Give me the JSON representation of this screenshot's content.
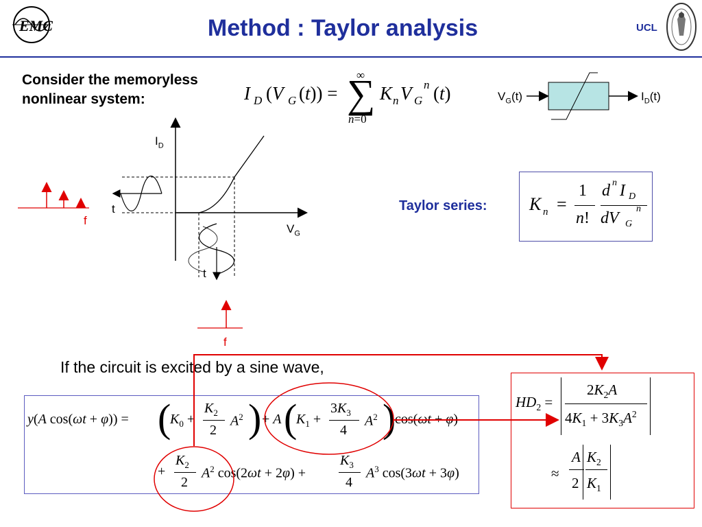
{
  "slide": {
    "title": "Method : Taylor analysis",
    "institution": "UCL"
  },
  "intro": {
    "line1": "Consider the memoryless",
    "line2": "nonlinear system:"
  },
  "block": {
    "input_label": "V",
    "input_sub": "G",
    "input_arg": "(t)",
    "output_label": "I",
    "output_sub": "D",
    "output_arg": "(t)"
  },
  "plot": {
    "y_axis_label": "I",
    "y_axis_sub": "D",
    "x_axis_label": "V",
    "x_axis_sub": "G",
    "time_label_left": "t",
    "time_label_bottom": "t",
    "freq_label_left": "f",
    "freq_label_bottom": "f"
  },
  "taylor": {
    "label": "Taylor series:"
  },
  "excitation": {
    "text": "If the circuit is excited by a sine wave,"
  },
  "colors": {
    "title": "#1f2f9c",
    "accent_red": "#e00000",
    "block_fill": "#b7e4e4",
    "box_border": "#5b5bc0"
  },
  "icons": {
    "left_logo": "emic-logo",
    "right_logo": "ucl-seal"
  }
}
